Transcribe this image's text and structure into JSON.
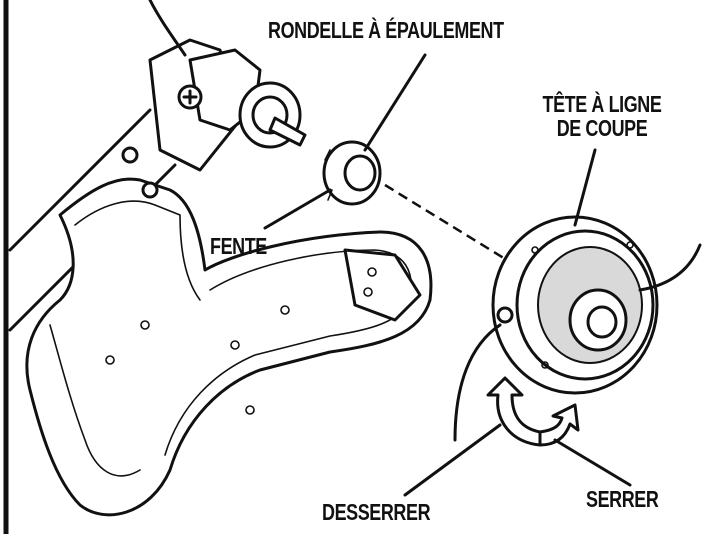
{
  "callouts": {
    "shoulder_washer": "RONDELLE À ÉPAULEMENT",
    "trimmer_head_line1": "TÊTE À LIGNE",
    "trimmer_head_line2": "DE COUPE",
    "slot": "FENTE",
    "loosen": "DESSERRER",
    "tighten": "SERRER"
  },
  "colors": {
    "ink": "#111111",
    "paper": "#ffffff",
    "shade": "#d9d9d9"
  }
}
